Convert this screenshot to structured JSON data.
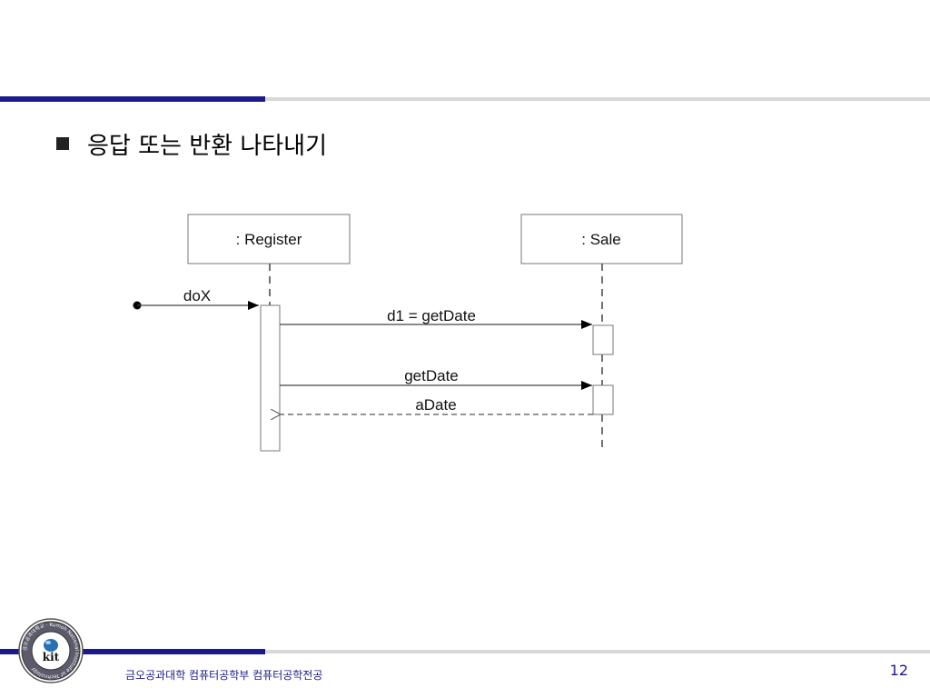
{
  "slide": {
    "title": "응답 또는 반환 나타내기",
    "footer": "금오공과대학 컴퓨터공학부 컴퓨터공학전공",
    "page_number": "12",
    "logo": {
      "text": "kit",
      "ring_text": "금오공과대학교 · Kumoh National Institute of Technology"
    },
    "colors": {
      "accent": "#1a1a8c",
      "rule_gray": "#d8d8d8"
    }
  },
  "diagram": {
    "type": "uml-sequence",
    "lifelines": [
      {
        "id": "register",
        "label": ": Register"
      },
      {
        "id": "sale",
        "label": ": Sale"
      }
    ],
    "messages": [
      {
        "label": "doX",
        "from": "found",
        "to": "register",
        "kind": "sync"
      },
      {
        "label": "d1 = getDate",
        "from": "register",
        "to": "sale",
        "kind": "sync"
      },
      {
        "label": "getDate",
        "from": "register",
        "to": "sale",
        "kind": "sync"
      },
      {
        "label": "aDate",
        "from": "sale",
        "to": "register",
        "kind": "return"
      }
    ]
  }
}
